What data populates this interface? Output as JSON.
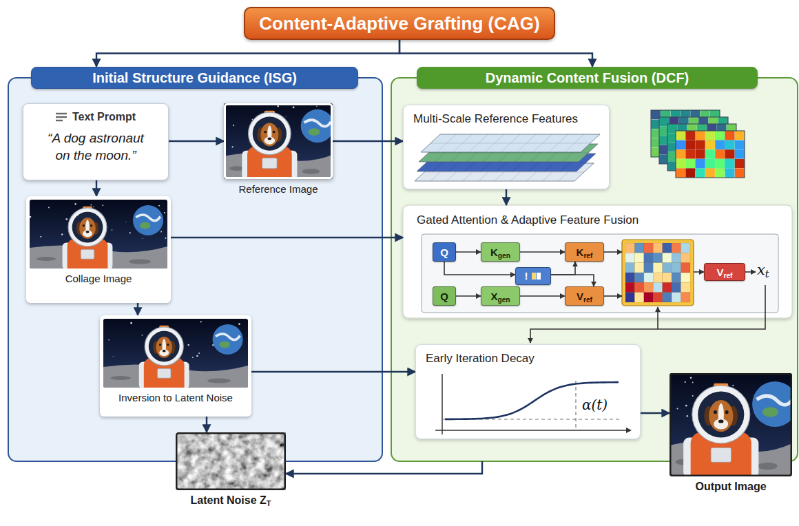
{
  "diagram": {
    "nodes": [
      {
        "text": [
          "Content-Adaptive Grafting (CAG)"
        ]
      },
      {
        "text": [
          "Initial Structure Guidance (ISG)"
        ]
      },
      {
        "text": [
          "Text Prompt",
          "“A dog astronaut on the moon.”"
        ],
        "in": 1
      },
      {
        "text": [
          "Reference Image"
        ],
        "in": 1
      },
      {
        "text": [
          "Collage Image"
        ],
        "in": 1
      },
      {
        "text": [
          "Inversion to Latent Noise"
        ],
        "in": 1
      },
      {
        "text": [
          "Latent Noise ZT"
        ]
      },
      {
        "text": [
          "Dynamic Content Fusion (DCF)"
        ]
      },
      {
        "text": [
          "Multi-Scale Reference Features"
        ],
        "in": 7
      },
      {
        "text": [
          "Gated Attention & Adaptive Feature Fusion"
        ],
        "in": 7
      },
      {
        "text": [
          "Q"
        ],
        "in": 9
      },
      {
        "text": [
          "Kgen"
        ],
        "in": 9
      },
      {
        "text": [
          "Kref"
        ],
        "in": 9
      },
      {
        "text": [
          "!"
        ],
        "in": 9
      },
      {
        "text": [
          "Q"
        ],
        "in": 9
      },
      {
        "text": [
          "Xgen"
        ],
        "in": 9
      },
      {
        "text": [
          "Vref"
        ],
        "in": 9
      },
      {
        "text": [
          "Vref"
        ],
        "in": 9
      },
      {
        "text": [
          "Early Iteration Decay"
        ],
        "in": 7
      },
      {
        "text": [
          "Output Image"
        ]
      }
    ],
    "edges": [
      {
        "from": 0,
        "to": 1,
        "arrow": "to"
      },
      {
        "from": 0,
        "to": 7,
        "arrow": "to"
      },
      {
        "from": 2,
        "to": 3,
        "arrow": "to"
      },
      {
        "from": 2,
        "to": 4,
        "arrow": "to"
      },
      {
        "from": 3,
        "to": 8,
        "arrow": "to"
      },
      {
        "from": 4,
        "to": 9,
        "arrow": "to"
      },
      {
        "from": 4,
        "to": 5,
        "arrow": "to"
      },
      {
        "from": 5,
        "to": 18,
        "arrow": "to"
      },
      {
        "from": 5,
        "to": 6,
        "arrow": "to"
      },
      {
        "from": 8,
        "to": 9,
        "arrow": "to"
      },
      {
        "from": 18,
        "to": 19,
        "arrow": "to"
      },
      {
        "from": 7,
        "to": 6,
        "arrow": "to"
      },
      {
        "from": 10,
        "to": 11,
        "arrow": "to"
      },
      {
        "from": 11,
        "to": 12,
        "arrow": "to"
      },
      {
        "from": 10,
        "to": 13,
        "arrow": "to"
      },
      {
        "from": 13,
        "to": 12,
        "arrow": "to"
      },
      {
        "from": 13,
        "to": 16,
        "arrow": "to"
      },
      {
        "from": 14,
        "to": 15,
        "arrow": "to"
      },
      {
        "from": 15,
        "to": 16,
        "arrow": "to"
      }
    ],
    "labels": [
      "xt",
      "α(t)"
    ]
  }
}
